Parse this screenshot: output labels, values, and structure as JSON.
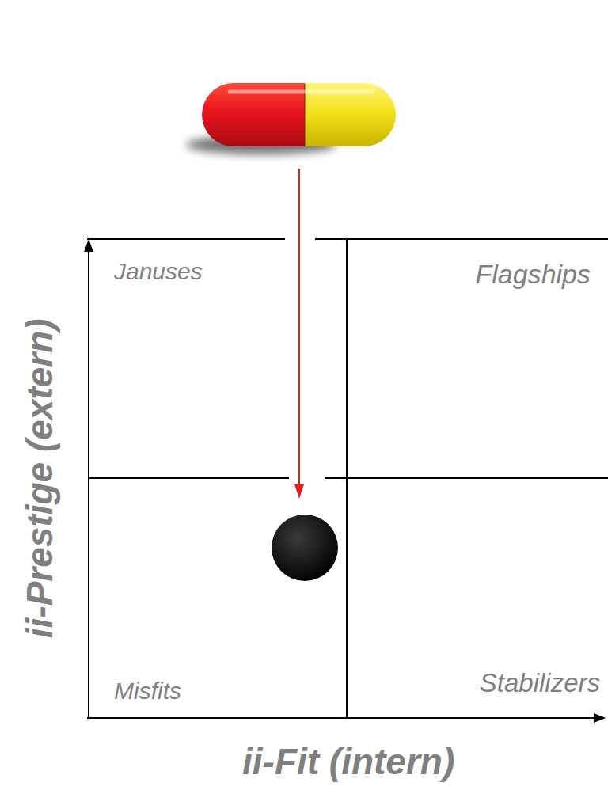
{
  "diagram": {
    "nodes": [
      {
        "text": [
          "Januses"
        ]
      },
      {
        "text": [
          "Flagships"
        ]
      },
      {
        "text": [
          "Misfits"
        ]
      },
      {
        "text": [
          "Stabilizers"
        ]
      }
    ],
    "labels": [
      "ii-Prestige (extern)",
      "ii-Fit (intern)"
    ]
  }
}
